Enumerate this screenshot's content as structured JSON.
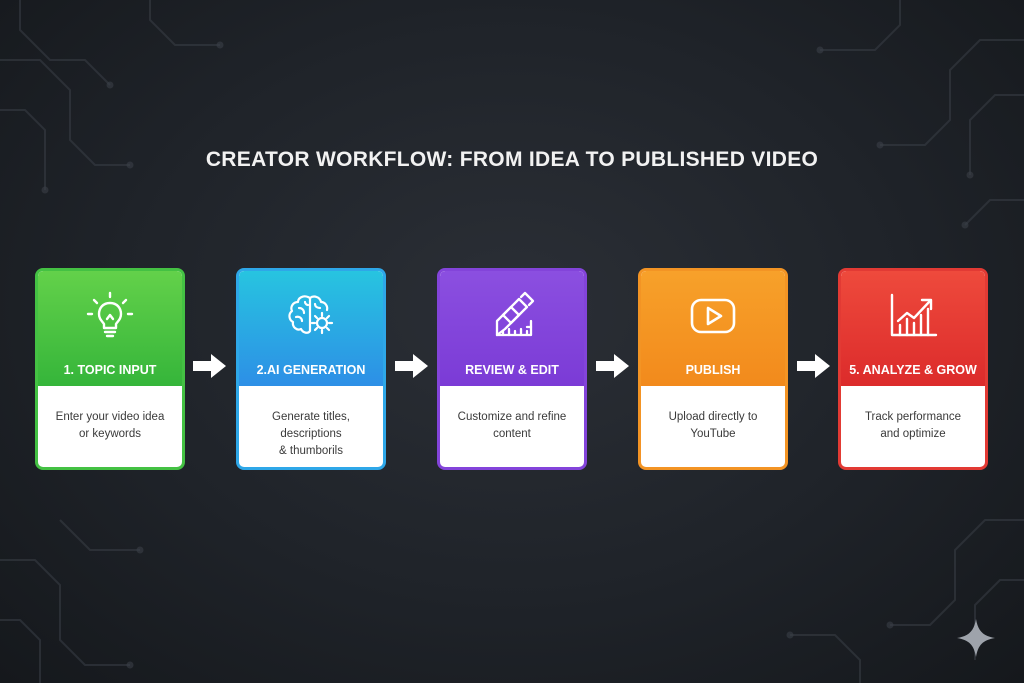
{
  "title": "CREATOR WORKFLOW: FROM IDEA TO PUBLISHED VIDEO",
  "steps": [
    {
      "label": "1. TOPIC INPUT",
      "description": "Enter your video idea\nor keywords",
      "icon": "lightbulb-icon",
      "color_top": "#63d14a",
      "color_bottom": "#35b53a",
      "border": "#44c143"
    },
    {
      "label": "2.AI GENERATION",
      "description": "Generate titles, descriptions\n& thumborils",
      "icon": "brain-gear-icon",
      "color_top": "#27c4e0",
      "color_bottom": "#2d8fe6",
      "border": "#2ea7e8"
    },
    {
      "label": "REVIEW & EDIT",
      "description": "Customize and refine\ncontent",
      "icon": "pencil-ruler-icon",
      "color_top": "#8b4fe0",
      "color_bottom": "#7b3bd6",
      "border": "#8344da"
    },
    {
      "label": "PUBLISH",
      "description": "Upload directly to\nYouTube",
      "icon": "play-button-icon",
      "color_top": "#f7a12a",
      "color_bottom": "#f28a1c",
      "border": "#f39424"
    },
    {
      "label": "5. ANALYZE & GROW",
      "description": "Track performance\nand optimize",
      "icon": "growth-chart-icon",
      "color_top": "#ee4a3c",
      "color_bottom": "#dc2b2b",
      "border": "#e23a34"
    }
  ]
}
